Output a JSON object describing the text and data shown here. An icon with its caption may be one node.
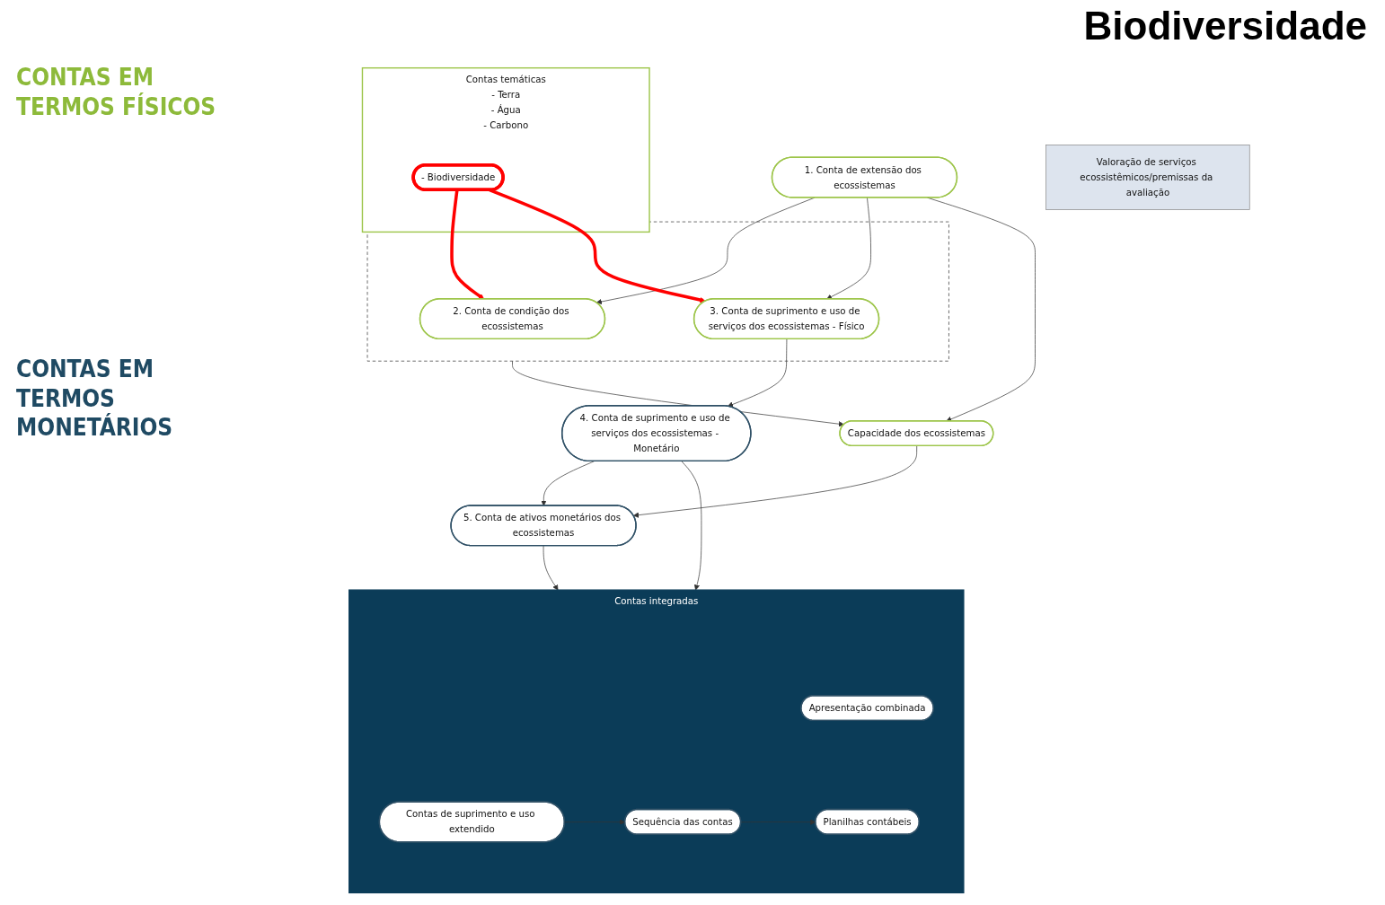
{
  "diagram": {
    "title": "Biodiversidade",
    "nodes": [
      {
        "text": [
          "1. Conta de extensão dos ecossistemas"
        ]
      },
      {
        "text": [],
        "shape": "box"
      },
      {
        "text": [
          "2. Conta de condição dos ecossistemas"
        ],
        "in": 1
      },
      {
        "text": [
          "3. Conta de suprimento e uso de serviços dos ecossistemas - Físico"
        ],
        "in": 1
      },
      {
        "text": [
          "Capacidade dos ecossistemas"
        ]
      },
      {
        "text": [
          "Contas temáticas",
          "- Terra",
          "- Água",
          "- Carbono"
        ]
      },
      {
        "text": [
          "- Biodiversidade"
        ],
        "in": 5
      },
      {
        "text": [
          "Valoração de serviços ecossistêmicos/premissas da avaliação"
        ]
      },
      {
        "text": [
          "4. Conta de suprimento e uso de serviços dos ecossistemas - Monetário"
        ]
      },
      {
        "text": [
          "5. Conta de ativos monetários dos ecossistemas"
        ]
      },
      {
        "text": [
          "Contas integradas"
        ]
      },
      {
        "text": [
          "Apresentação combinada"
        ],
        "in": 10
      },
      {
        "text": [
          "Contas de suprimento e uso extendido"
        ],
        "in": 10
      },
      {
        "text": [
          "Sequência das contas"
        ],
        "in": 10
      },
      {
        "text": [
          "Planilhas contábeis"
        ],
        "in": 10
      }
    ],
    "edges": [
      {
        "from": 0,
        "to": 2,
        "arrow": "to"
      },
      {
        "from": 0,
        "to": 3,
        "arrow": "to"
      },
      {
        "from": 0,
        "to": 4,
        "arrow": "to"
      },
      {
        "from": 1,
        "to": 4,
        "arrow": "to"
      },
      {
        "from": 3,
        "to": 8,
        "arrow": "to"
      },
      {
        "from": 4,
        "to": 9,
        "arrow": "to"
      },
      {
        "from": 8,
        "to": 9,
        "arrow": "to"
      },
      {
        "from": 8,
        "to": 10,
        "arrow": "to"
      },
      {
        "from": 9,
        "to": 10,
        "arrow": "to"
      },
      {
        "from": 12,
        "to": 13,
        "arrow": "to"
      },
      {
        "from": 13,
        "to": 14,
        "arrow": "to"
      },
      {
        "from": 6,
        "to": 2,
        "arrow": "to",
        "style": "thick",
        "color": "#ff0000"
      },
      {
        "from": 6,
        "to": 3,
        "arrow": "to",
        "style": "thick",
        "color": "#ff0000"
      }
    ],
    "labels": [
      "CONTAS EM TERMOS FÍSICOS",
      "CONTAS EM TERMOS MONETÁRIOS"
    ]
  }
}
